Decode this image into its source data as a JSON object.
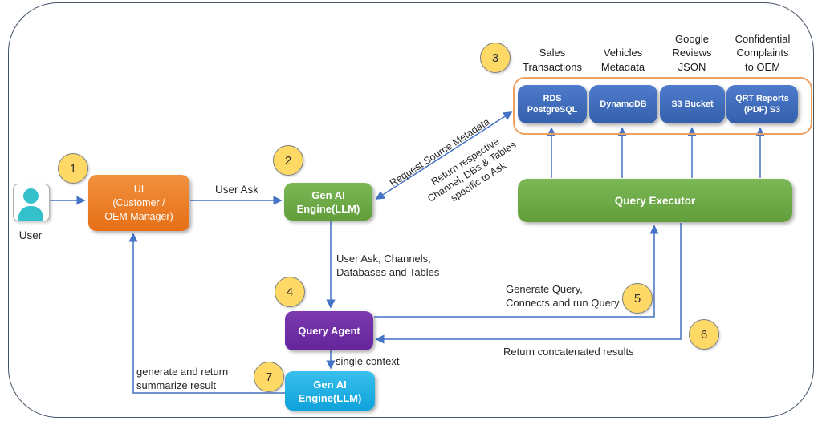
{
  "nodes": {
    "user": {
      "label": "User"
    },
    "ui": {
      "label": "UI\n(Customer /\nOEM Manager)"
    },
    "gen_ai_top": {
      "label": "Gen AI\nEngine(LLM)"
    },
    "query_executor": {
      "label": "Query Executor"
    },
    "query_agent": {
      "label": "Query Agent"
    },
    "gen_ai_bottom": {
      "label": "Gen AI\nEngine(LLM)"
    }
  },
  "datastores": [
    {
      "caption": "Sales\nTransactions",
      "name": "RDS\nPostgreSQL"
    },
    {
      "caption": "Vehicles\nMetadata",
      "name": "DynamoDB"
    },
    {
      "caption": "Google\nReviews\nJSON",
      "name": "S3 Bucket"
    },
    {
      "caption": "Confidential\nComplaints\nto OEM",
      "name": "QRT Reports\n(PDF) S3"
    }
  ],
  "steps": [
    "1",
    "2",
    "3",
    "4",
    "5",
    "6",
    "7"
  ],
  "edges": {
    "user_ask": "User Ask",
    "request_source_metadata": "Request Source Metadata",
    "return_respective": "Return respective\nChannel, DBs & Tables\nspecific to Ask",
    "user_ask_channels": "User Ask, Channels,\nDatabases and Tables",
    "generate_query": "Generate Query,\nConnects and run Query",
    "return_concatenated": "Return concatenated results",
    "single_context": "single context",
    "generate_and_return": "generate and return\nsummarize result"
  },
  "colors": {
    "arrow": "#4472C4",
    "ui_box": "#ED7D31",
    "engine_green": "#70AD47",
    "datastore_blue": "#3E6BB4",
    "agent_purple": "#7030A0",
    "engine_cyan": "#1CAEE4",
    "step_badge": "#FFD966",
    "container_border": "#EDA15F",
    "frame_border": "#44546A"
  }
}
